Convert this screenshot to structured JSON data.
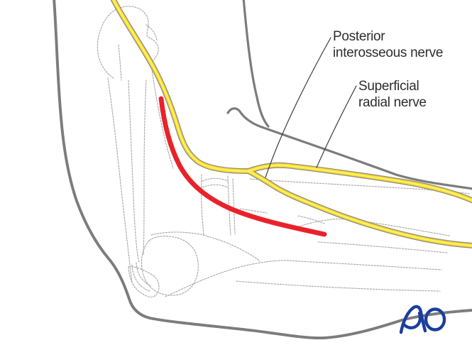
{
  "labels": {
    "posterior_interosseous": {
      "line1": "Posterior",
      "line2": "interosseous nerve"
    },
    "superficial_radial": {
      "line1": "Superficial",
      "line2": "radial nerve"
    }
  },
  "logo": {
    "text": "AO"
  },
  "colors": {
    "background": "#ffffff",
    "nerve_yellow": "#ffdf1e",
    "nerve_casing": "#8b8b8b",
    "nerve_highlight": "#fff8a8",
    "incision_red": "#e9222a",
    "silhouette_gray": "#7c7c7c",
    "bone_gray": "#a6a6a6",
    "label_text": "#2d2d2d",
    "leader_line": "#3c3c3c",
    "logo_blue": "#1c3e9d"
  }
}
